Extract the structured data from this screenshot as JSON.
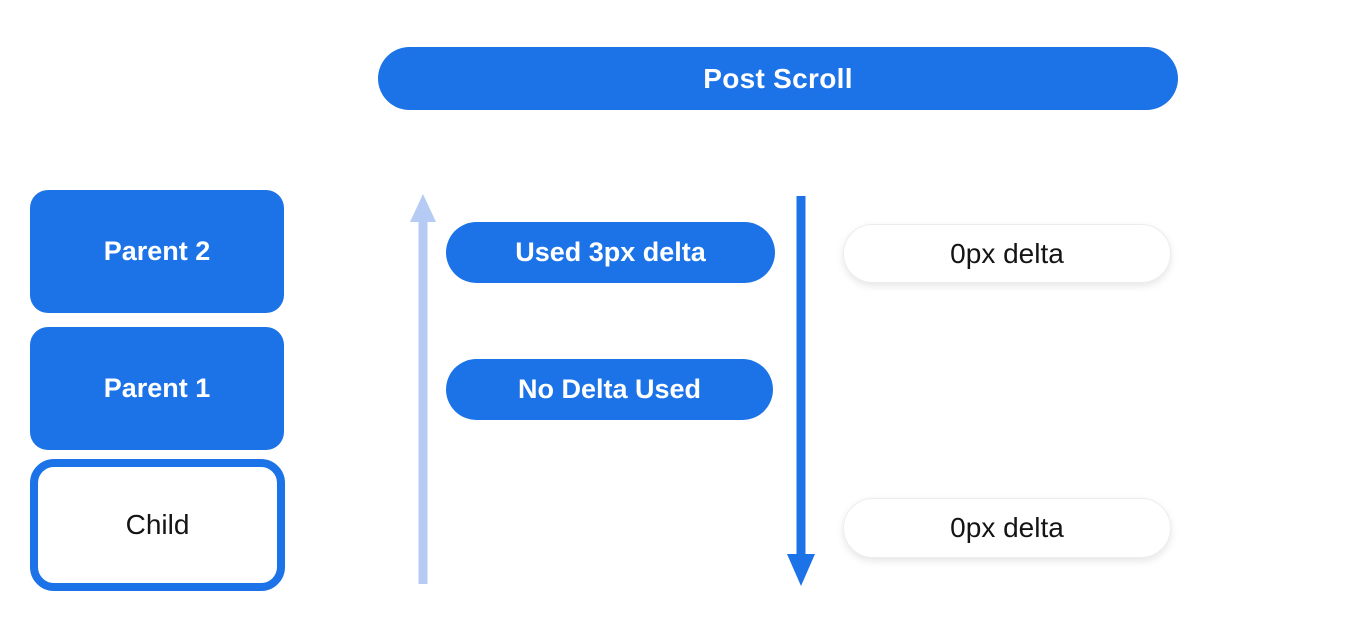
{
  "colors": {
    "primary_blue": "#1c73e8",
    "light_blue": "#b5cbf3",
    "pill_white": "#ffffff",
    "text_dark": "#141414",
    "text_on_blue": "#ffffff"
  },
  "header": {
    "post_scroll_label": "Post Scroll"
  },
  "stack": {
    "parent2_label": "Parent 2",
    "parent1_label": "Parent 1",
    "child_label": "Child"
  },
  "deltas": {
    "used_delta_label": "Used 3px delta",
    "no_delta_label": "No Delta Used",
    "zero_delta_top_label": "0px delta",
    "zero_delta_bottom_label": "0px delta"
  },
  "icons": {
    "up_arrow": "scroll-up-arrow",
    "down_arrow": "scroll-down-arrow"
  }
}
